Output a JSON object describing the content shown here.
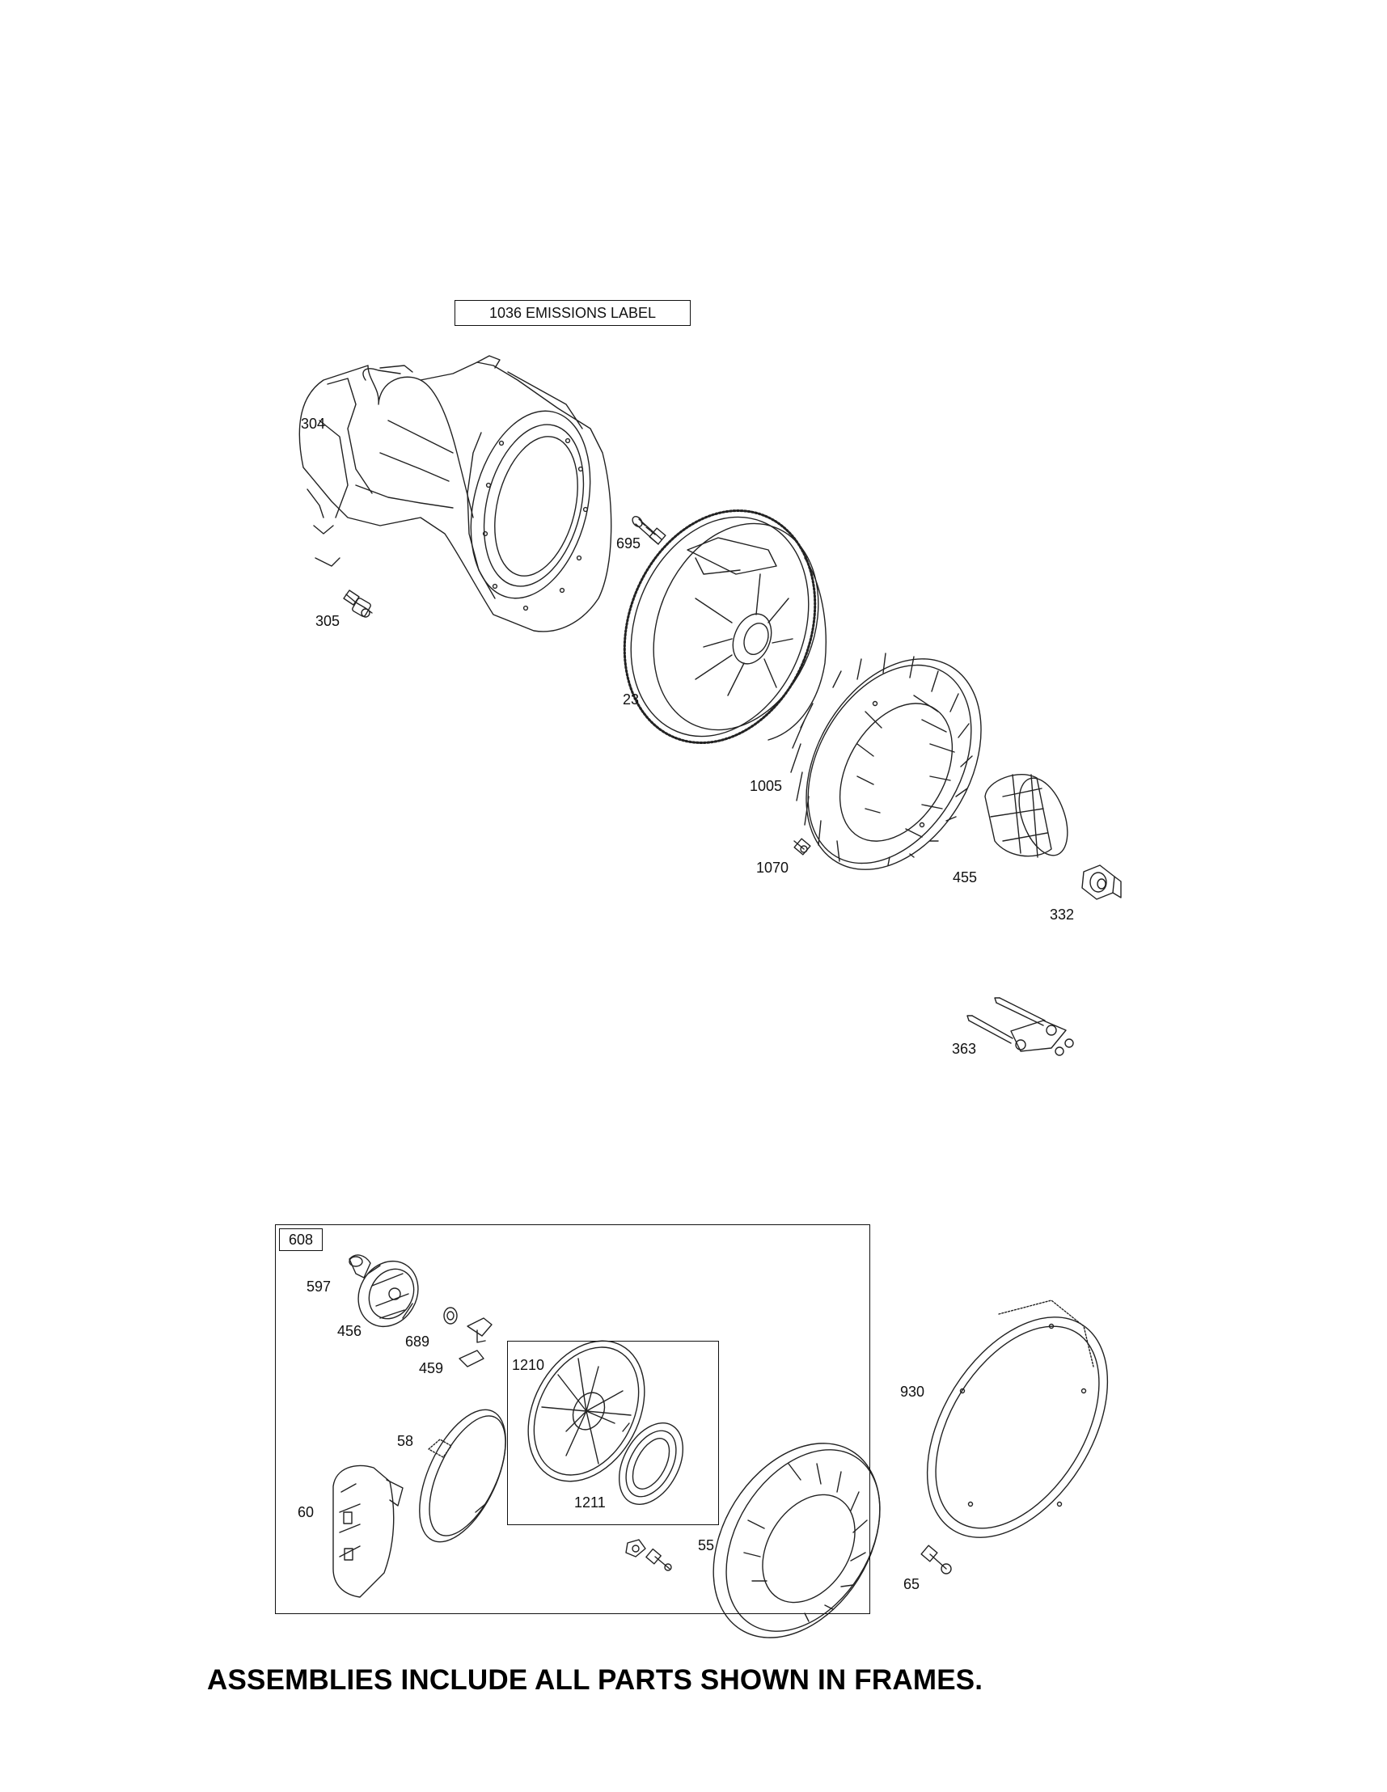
{
  "diagram": {
    "emissions_label": "1036 EMISSIONS LABEL",
    "frame_608_label": "608",
    "callouts": {
      "p304": "304",
      "p305": "305",
      "p695": "695",
      "p23": "23",
      "p1005": "1005",
      "p1070": "1070",
      "p455": "455",
      "p332": "332",
      "p363": "363",
      "p597": "597",
      "p456": "456",
      "p689": "689",
      "p459": "459",
      "p1210": "1210",
      "p58": "58",
      "p60": "60",
      "p1211": "1211",
      "p55": "55",
      "p930": "930",
      "p65": "65"
    },
    "footer_note": "ASSEMBLIES INCLUDE ALL PARTS SHOWN IN FRAMES."
  }
}
